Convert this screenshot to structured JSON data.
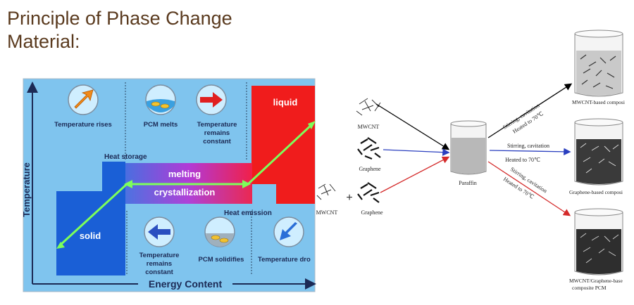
{
  "title": {
    "line1": "Principle of Phase Change",
    "line2": "Material:"
  },
  "pcm_diagram": {
    "y_axis_label": "Temperature",
    "x_axis_label": "Energy Content",
    "phases": {
      "solid": "solid",
      "liquid": "liquid",
      "melting": "melting",
      "crystallization": "crystallization"
    },
    "annotations": {
      "heat_storage": "Heat storage",
      "heat_emission": "Heat emission"
    },
    "top_icons": [
      {
        "label": "Temperature rises",
        "icon": "arrow-up-right-icon"
      },
      {
        "label": "PCM melts",
        "icon": "melting-pcm-icon"
      },
      {
        "label_lines": [
          "Temperature",
          "remains",
          "constant"
        ],
        "icon": "arrow-right-icon"
      }
    ],
    "bottom_icons": [
      {
        "label_lines": [
          "Temperature",
          "remains",
          "constant"
        ],
        "icon": "arrow-left-icon"
      },
      {
        "label": "PCM solidifies",
        "icon": "solidifying-pcm-icon"
      },
      {
        "label": "Temperature dro",
        "icon": "arrow-down-left-icon"
      }
    ],
    "colors": {
      "background": "#7fc4ee",
      "solid": "#1a5fd6",
      "liquid": "#f01c1c",
      "line": "#7dff5a"
    }
  },
  "synthesis_diagram": {
    "inputs": {
      "mwcnt": "MWCNT",
      "graphene": "Graphene",
      "combo_mwcnt": "MWCNT",
      "combo_graphene": "Graphene",
      "plus": "+"
    },
    "center": "Paraffin",
    "routes": [
      {
        "step1": "Stirring, cavitation",
        "step2": "Heated to 70℃",
        "product_lines": [
          "MWCNT-based composi"
        ],
        "color": "#000000"
      },
      {
        "step1": "Stirring, cavitation",
        "step2": "Heated to 70℃",
        "product_lines": [
          "Graphene-based composi"
        ],
        "color": "#2a3fbf"
      },
      {
        "step1": "Stirring, cavitation",
        "step2": "Heated to 70℃",
        "product_lines": [
          "MWCNT/Graphene-base",
          "composite PCM"
        ],
        "color": "#d42a2a"
      }
    ]
  }
}
